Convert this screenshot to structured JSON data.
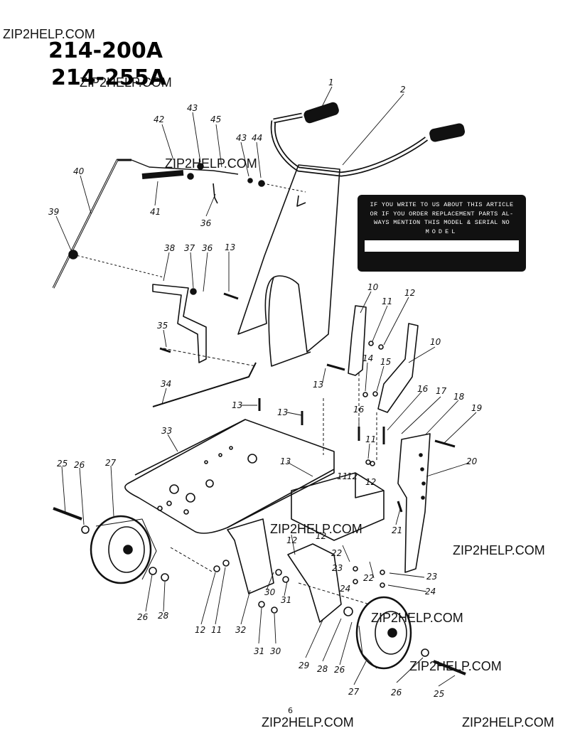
{
  "document": {
    "model_numbers": [
      "214-200A",
      "214-255A"
    ],
    "watermark_text": "ZIP2HELP.COM",
    "page_number": "6"
  },
  "notice": {
    "lines": [
      "IF YOU WRITE TO US ABOUT THIS ARTICLE",
      "OR IF YOU ORDER REPLACEMENT PARTS AL-",
      "WAYS MENTION THIS MODEL & SERIAL NO",
      "MODEL"
    ]
  },
  "callouts": [
    "1",
    "2",
    "42",
    "43",
    "45",
    "43",
    "44",
    "40",
    "41",
    "36",
    "39",
    "38",
    "37",
    "36",
    "13",
    "35",
    "10",
    "11",
    "12",
    "10",
    "13",
    "14",
    "15",
    "34",
    "13",
    "13",
    "16",
    "17",
    "18",
    "19",
    "16",
    "33",
    "11",
    "20",
    "13",
    "11",
    "12",
    "25",
    "26",
    "27",
    "12",
    "21",
    "12",
    "12",
    "22",
    "23",
    "22",
    "23",
    "24",
    "24",
    "30",
    "31",
    "26",
    "28",
    "12",
    "11",
    "32",
    "31",
    "30",
    "29",
    "28",
    "26",
    "27",
    "26",
    "25"
  ]
}
